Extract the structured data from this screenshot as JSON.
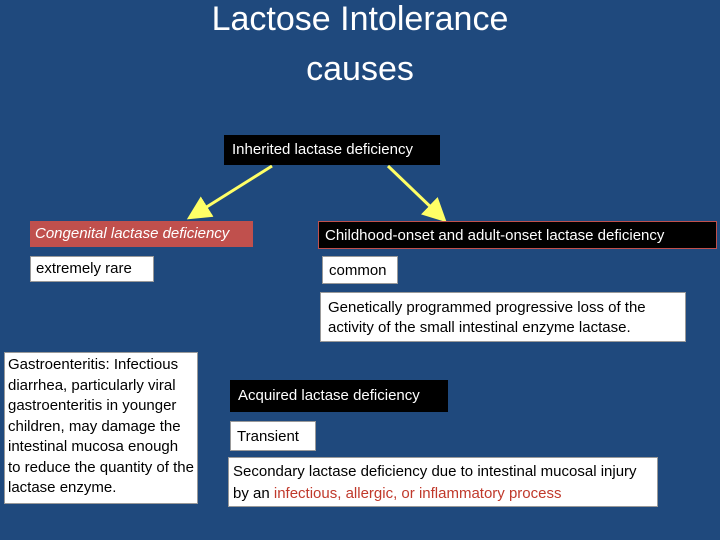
{
  "title": {
    "line1": "Lactose Intolerance",
    "line2": "causes"
  },
  "inherited": "Inherited lactase deficiency",
  "congenital": {
    "label": "Congenital lactase deficiency",
    "frequency": "extremely rare"
  },
  "childhood": {
    "label": "Childhood-onset and adult-onset lactase deficiency",
    "frequency": "common",
    "description": "Genetically programmed progressive loss of the activity of the small intestinal enzyme lactase."
  },
  "gastro": "Gastroenteritis: Infectious diarrhea, particularly viral gastroenteritis in younger children, may damage the intestinal mucosa enough to reduce the quantity of the lactase enzyme.",
  "acquired": {
    "label": "Acquired lactase deficiency",
    "duration": "Transient",
    "secondary_prefix": "Secondary lactase deficiency due to intestinal mucosal injury by an ",
    "secondary_highlight": "infectious, allergic, or inflammatory process"
  },
  "colors": {
    "background": "#1f497d",
    "arrow": "#ffff66",
    "red_box": "#c0504d",
    "highlight": "#c0392b"
  }
}
